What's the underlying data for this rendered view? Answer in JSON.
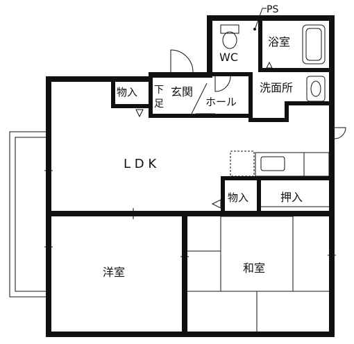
{
  "plan": {
    "labels": {
      "ps": "PS",
      "bath": "浴室",
      "wc": "WC",
      "storage_entry": "物入",
      "shoe_box_1": "下",
      "shoe_box_2": "足",
      "entrance": "玄関",
      "hall": "ホール",
      "washroom": "洗面所",
      "ldk": "L D K",
      "storage_ldk": "物入",
      "closet": "押入",
      "western_room": "洋室",
      "japanese_room": "和室"
    }
  }
}
